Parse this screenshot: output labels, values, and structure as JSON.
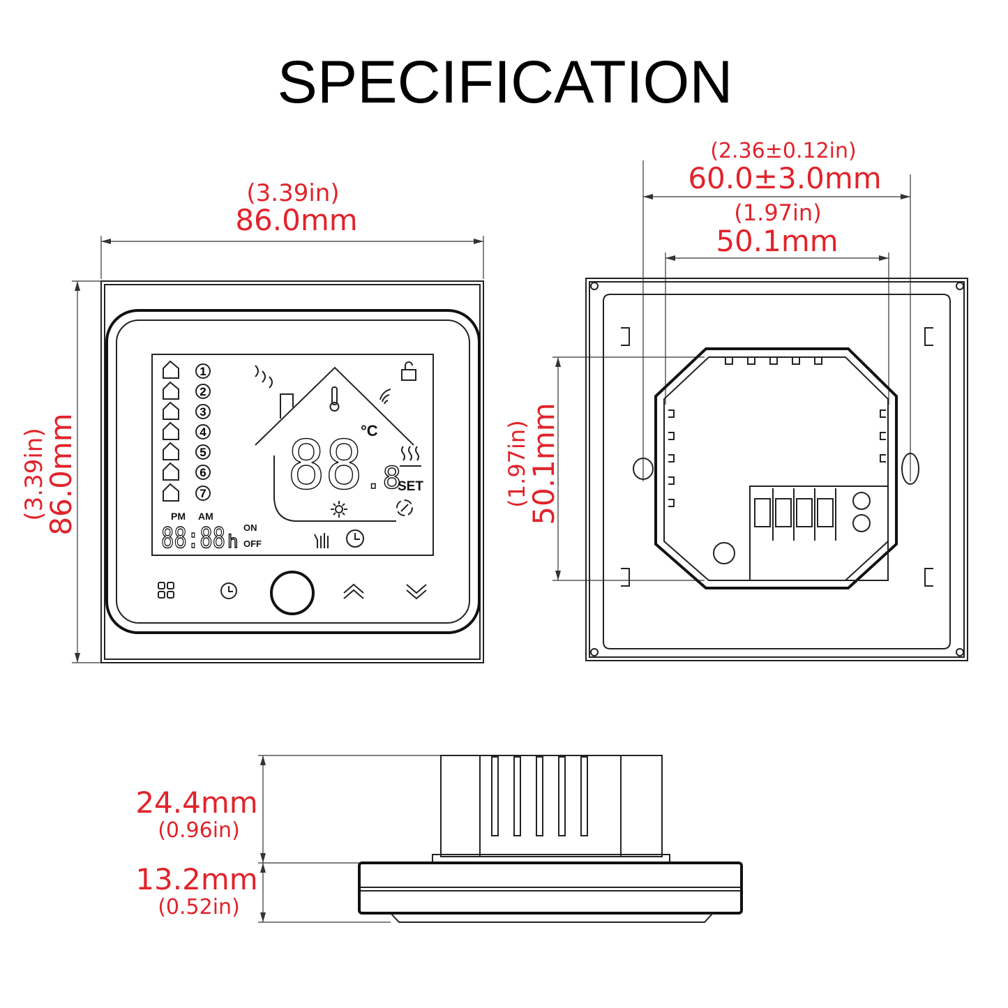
{
  "title": "SPECIFICATION",
  "front_view": {
    "width_in": "(3.39in)",
    "width_mm": "86.0mm",
    "height_in": "(3.39in)",
    "height_mm": "86.0mm",
    "lcd": {
      "program_numbers": [
        "1",
        "2",
        "3",
        "4",
        "5",
        "6",
        "7"
      ],
      "temp_digits": "88",
      "temp_decimal": ".8",
      "unit": "°C",
      "set_label": "SET",
      "pm_label": "PM",
      "am_label": "AM",
      "time_digits": "88:88",
      "hour_suffix": "h",
      "on_label": "ON",
      "off_label": "OFF"
    },
    "buttons": [
      "menu-icon",
      "clock-icon",
      "power-button",
      "chevron-up-icon",
      "chevron-down-icon"
    ]
  },
  "back_view": {
    "outer_in": "(2.36±0.12in)",
    "outer_mm": "60.0±3.0mm",
    "inner_in": "(1.97in)",
    "inner_mm": "50.1mm",
    "vertical_in": "(1.97in)",
    "vertical_mm": "50.1mm"
  },
  "side_view": {
    "back_depth_mm": "24.4mm",
    "back_depth_in": "(0.96in)",
    "front_depth_mm": "13.2mm",
    "front_depth_in": "(0.52in)"
  },
  "colors": {
    "dimension_text": "#e1232b",
    "lines": "#222222"
  }
}
